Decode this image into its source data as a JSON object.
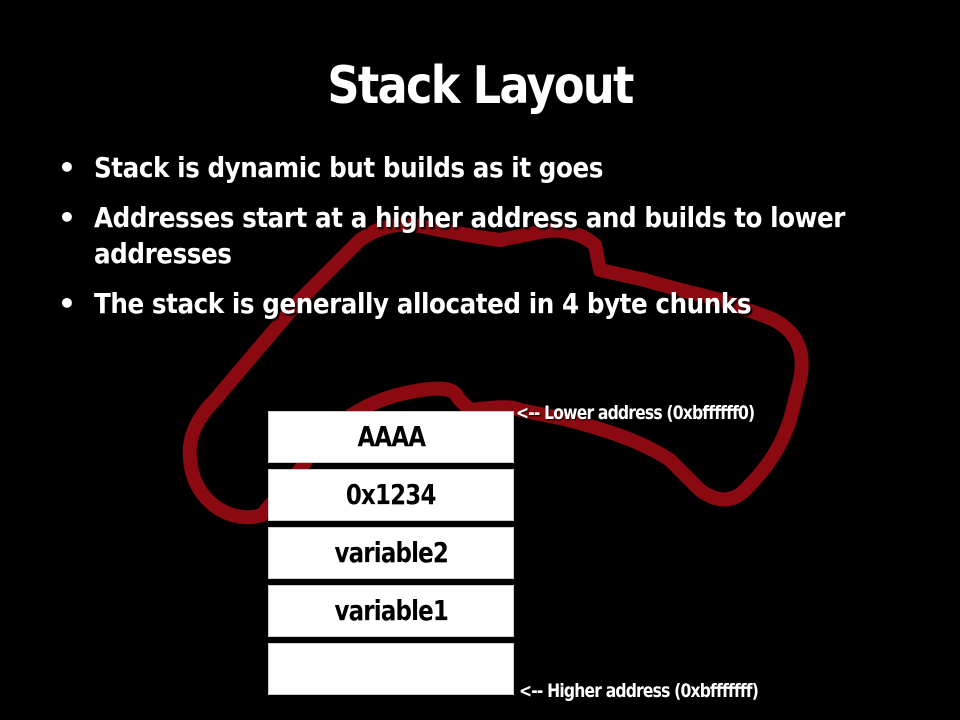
{
  "slide": {
    "title": "Stack Layout",
    "bullet_symbol": "•",
    "bullets": [
      "Stack is dynamic but builds as it goes",
      "Addresses start at a higher address and builds to lower addresses",
      "The stack is generally allocated in 4 byte chunks"
    ]
  },
  "stack_diagram": {
    "cells": [
      "AAAA",
      "0x1234",
      "variable2",
      "variable1",
      ""
    ],
    "lower_address_label": "<-- Lower address (0xbffffff0)",
    "higher_address_label": "<-- Higher address (0xbfffffff)"
  },
  "colors": {
    "background": "#000000",
    "text": "#ffffff",
    "track_outline": "#8b0a12",
    "cell_fill": "#ffffff",
    "cell_text": "#000000"
  }
}
